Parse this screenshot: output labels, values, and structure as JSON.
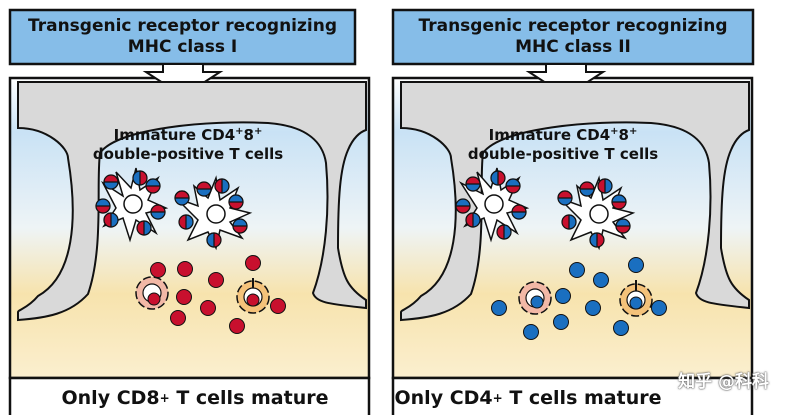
{
  "panels": [
    {
      "title_line1": "Transgenic receptor recognizing",
      "title_line2": "MHC class I",
      "cells_line1": "Immature CD4",
      "cells_sup": "+",
      "cells_mid": "8",
      "cells_sup2": "+",
      "cells_line2": "double-positive T cells",
      "result_pre": "Only CD8",
      "result_sup": "+",
      "result_post": " T cells mature",
      "mature_cell_color": "#c8102e"
    },
    {
      "title_line1": "Transgenic receptor recognizing",
      "title_line2": "MHC class II",
      "cells_line1": "Immature CD4",
      "cells_sup": "+",
      "cells_mid": "8",
      "cells_sup2": "+",
      "cells_line2": "double-positive T cells",
      "result_pre": "Only CD4",
      "result_sup": "+",
      "result_post": " T cells mature",
      "mature_cell_color": "#1a6fc0"
    }
  ],
  "watermark": "知乎 @科科",
  "colors": {
    "header_fill": "#86bde8",
    "stroma": "#d9d9d9",
    "cd8_red": "#c8102e",
    "cd4_blue": "#1a6fc0",
    "sky_top": "#c7e0f4",
    "sand": "#f6e0a8"
  }
}
